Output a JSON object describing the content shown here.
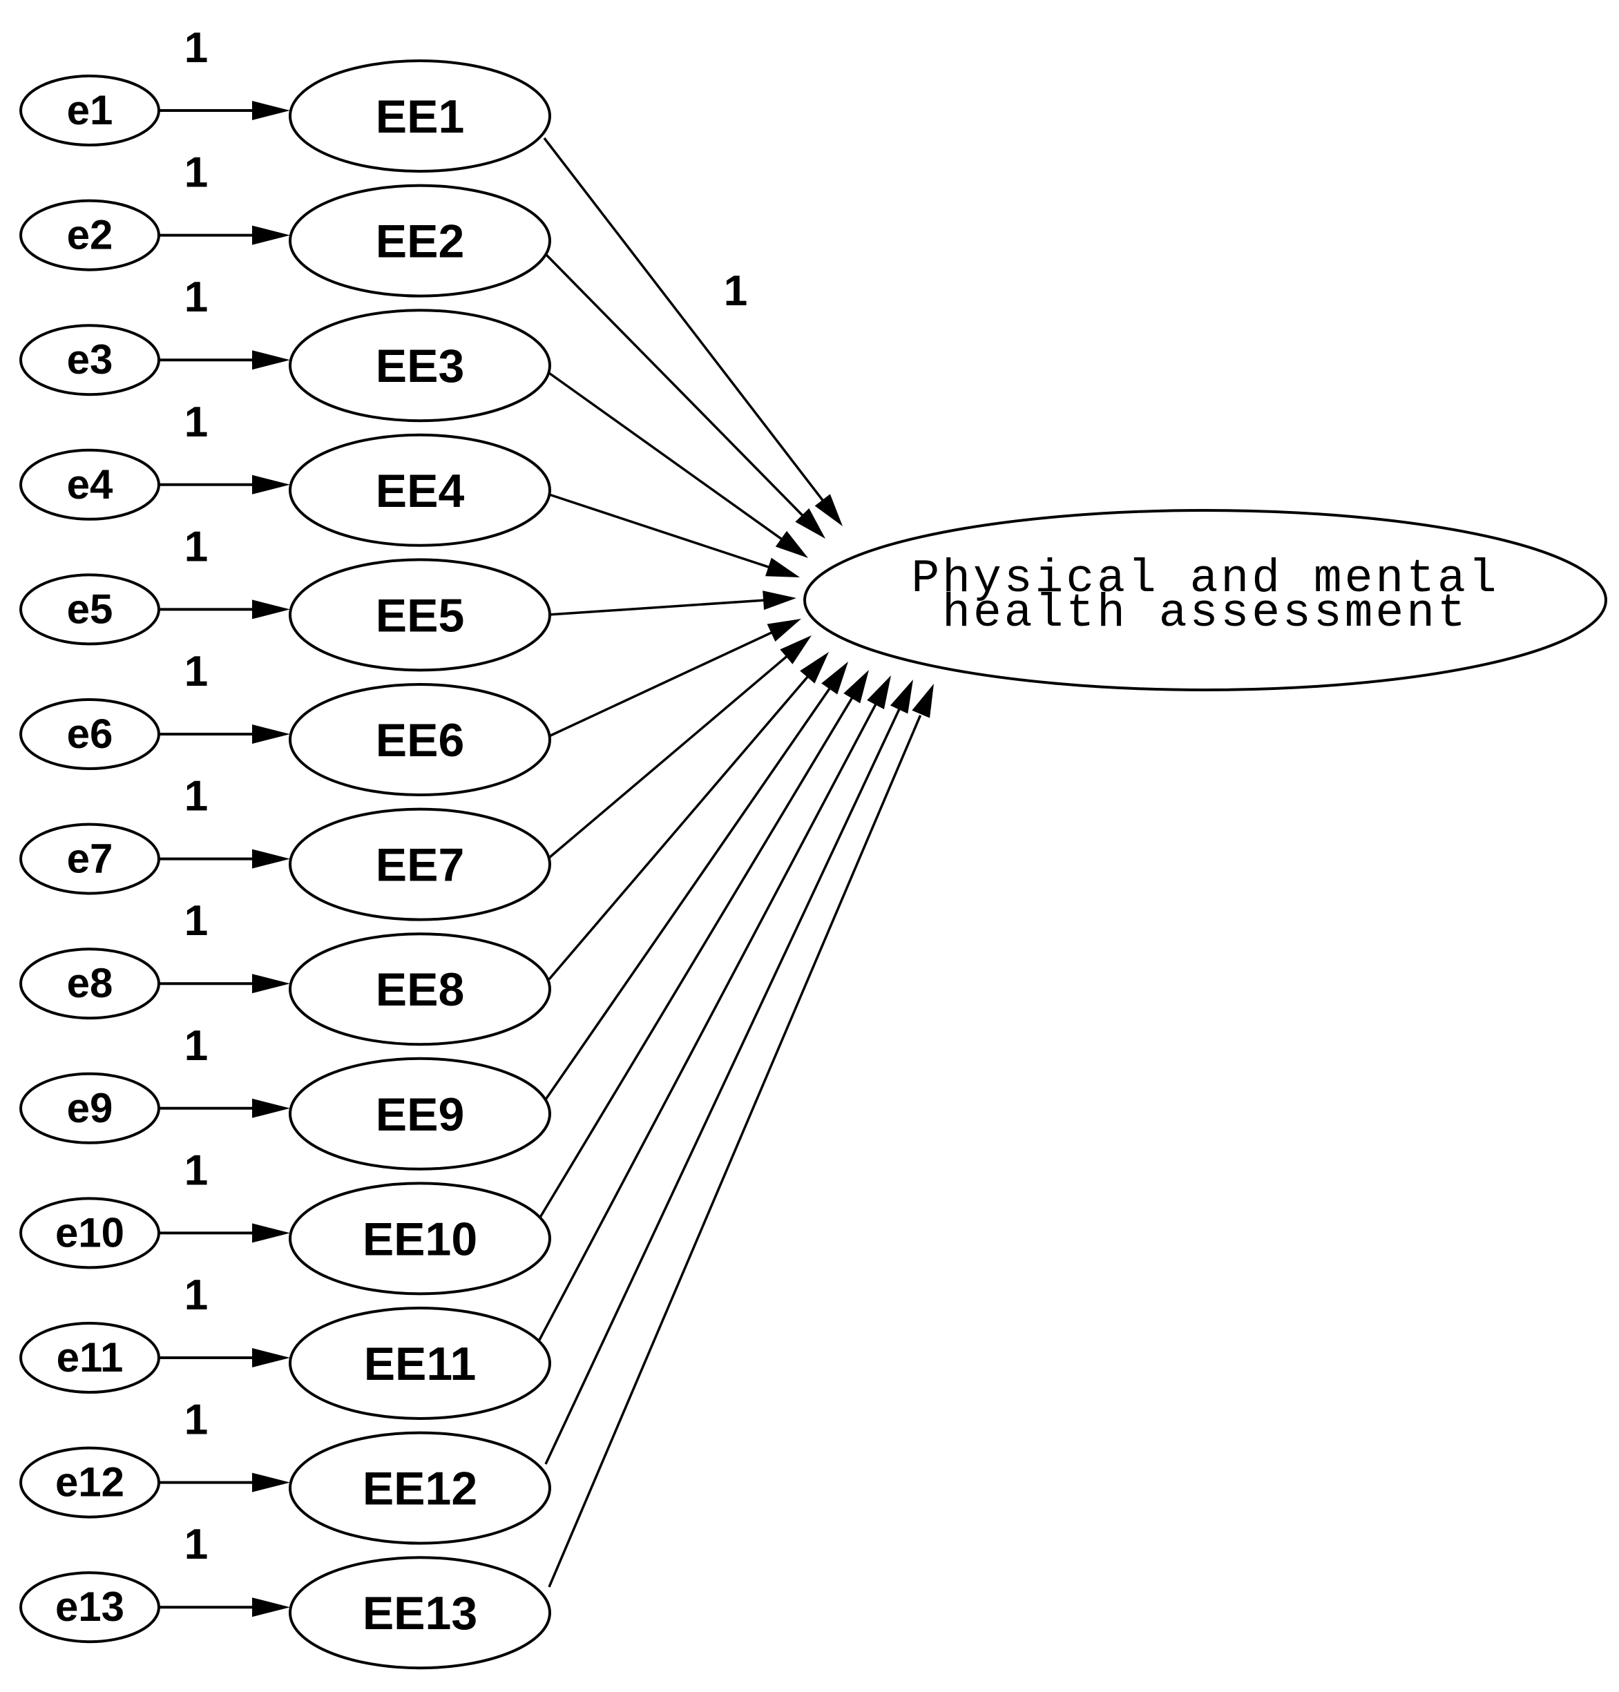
{
  "model": {
    "latent": {
      "label_lines": [
        "Physical and mental",
        "health assessment"
      ]
    },
    "indicators": [
      {
        "name": "EE1",
        "error": "e1",
        "error_weight": "1",
        "loading": "1"
      },
      {
        "name": "EE2",
        "error": "e2",
        "error_weight": "1",
        "loading": ""
      },
      {
        "name": "EE3",
        "error": "e3",
        "error_weight": "1",
        "loading": ""
      },
      {
        "name": "EE4",
        "error": "e4",
        "error_weight": "1",
        "loading": ""
      },
      {
        "name": "EE5",
        "error": "e5",
        "error_weight": "1",
        "loading": ""
      },
      {
        "name": "EE6",
        "error": "e6",
        "error_weight": "1",
        "loading": ""
      },
      {
        "name": "EE7",
        "error": "e7",
        "error_weight": "1",
        "loading": ""
      },
      {
        "name": "EE8",
        "error": "e8",
        "error_weight": "1",
        "loading": ""
      },
      {
        "name": "EE9",
        "error": "e9",
        "error_weight": "1",
        "loading": ""
      },
      {
        "name": "EE10",
        "error": "e10",
        "error_weight": "1",
        "loading": ""
      },
      {
        "name": "EE11",
        "error": "e11",
        "error_weight": "1",
        "loading": ""
      },
      {
        "name": "EE12",
        "error": "e12",
        "error_weight": "1",
        "loading": ""
      },
      {
        "name": "EE13",
        "error": "e13",
        "error_weight": "1",
        "loading": ""
      }
    ]
  }
}
